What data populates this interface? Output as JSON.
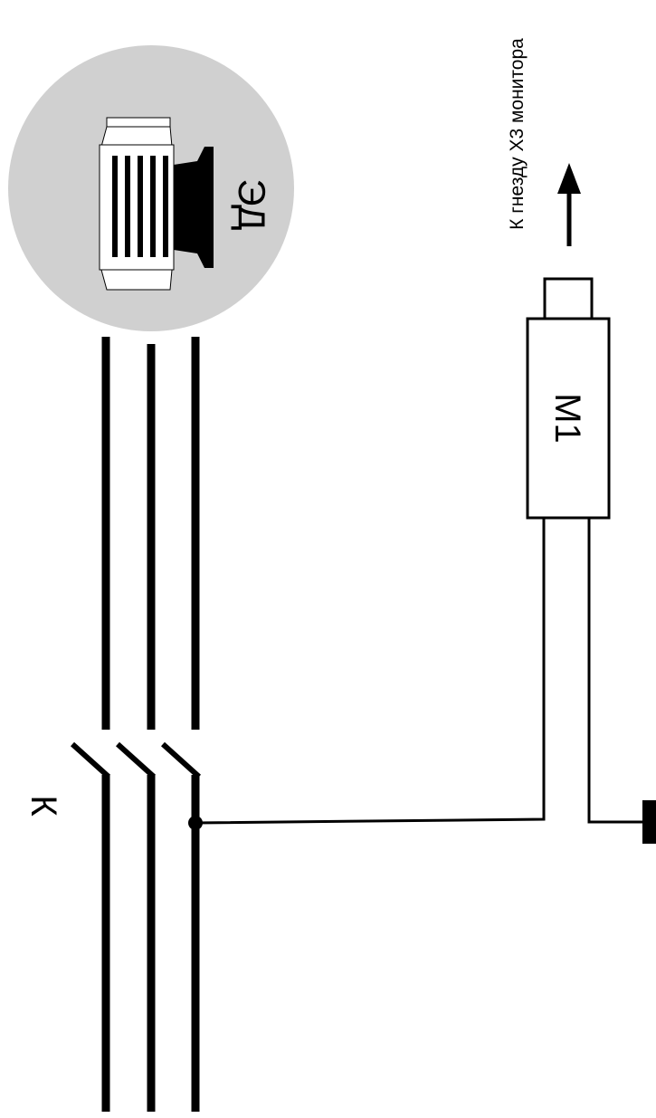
{
  "diagram": {
    "motor_label": "ЭД",
    "switch_label": "К",
    "module_label": "М1",
    "monitor_note": "К гнезду Х3 монитора",
    "colors": {
      "motor_disc": "#d0d0d0",
      "line": "#000000",
      "background": "#ffffff"
    }
  }
}
